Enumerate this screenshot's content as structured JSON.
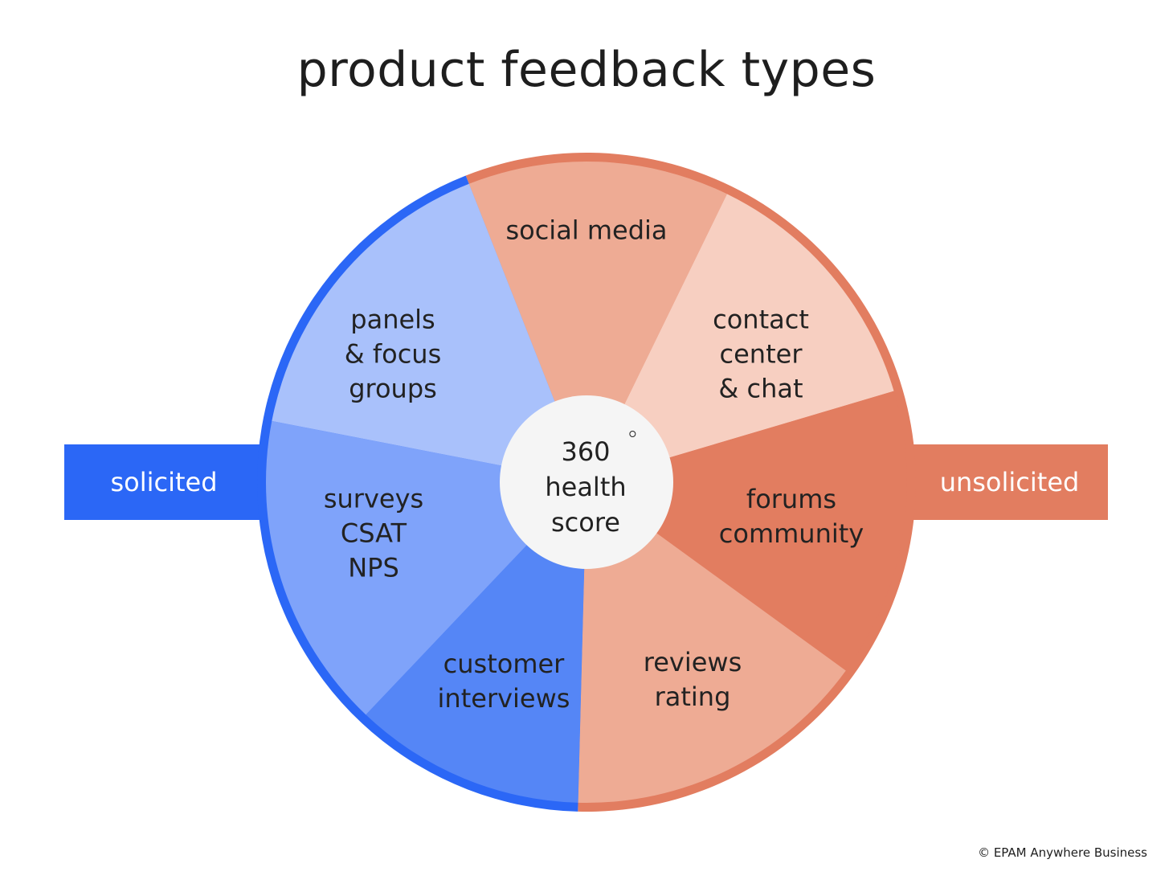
{
  "title": "product feedback types",
  "colors": {
    "blue_ring": "#2b67f6",
    "orange_ring": "#e27d60",
    "panels": "#a9c1fb",
    "surveys": "#7fa3fa",
    "interviews": "#5586f6",
    "social": "#eeab94",
    "contact": "#f7cfc1",
    "forums": "#e27d60",
    "reviews": "#eeab94",
    "center": "#f5f5f5"
  },
  "tags": {
    "solicited": "solicited",
    "unsolicited": "unsolicited"
  },
  "segments": [
    {
      "id": "social",
      "lines": [
        "social media"
      ]
    },
    {
      "id": "contact",
      "lines": [
        "contact",
        "center",
        "& chat"
      ]
    },
    {
      "id": "forums",
      "lines": [
        "forums",
        "community"
      ]
    },
    {
      "id": "reviews",
      "lines": [
        "reviews",
        "rating"
      ]
    },
    {
      "id": "interviews",
      "lines": [
        "customer",
        "interviews"
      ]
    },
    {
      "id": "surveys",
      "lines": [
        "surveys",
        "CSAT",
        "NPS"
      ]
    },
    {
      "id": "panels",
      "lines": [
        "panels",
        "& focus",
        "groups"
      ]
    }
  ],
  "center": {
    "number": "360",
    "line2": "health",
    "line3": "score"
  },
  "copyright": "© EPAM Anywhere Business"
}
